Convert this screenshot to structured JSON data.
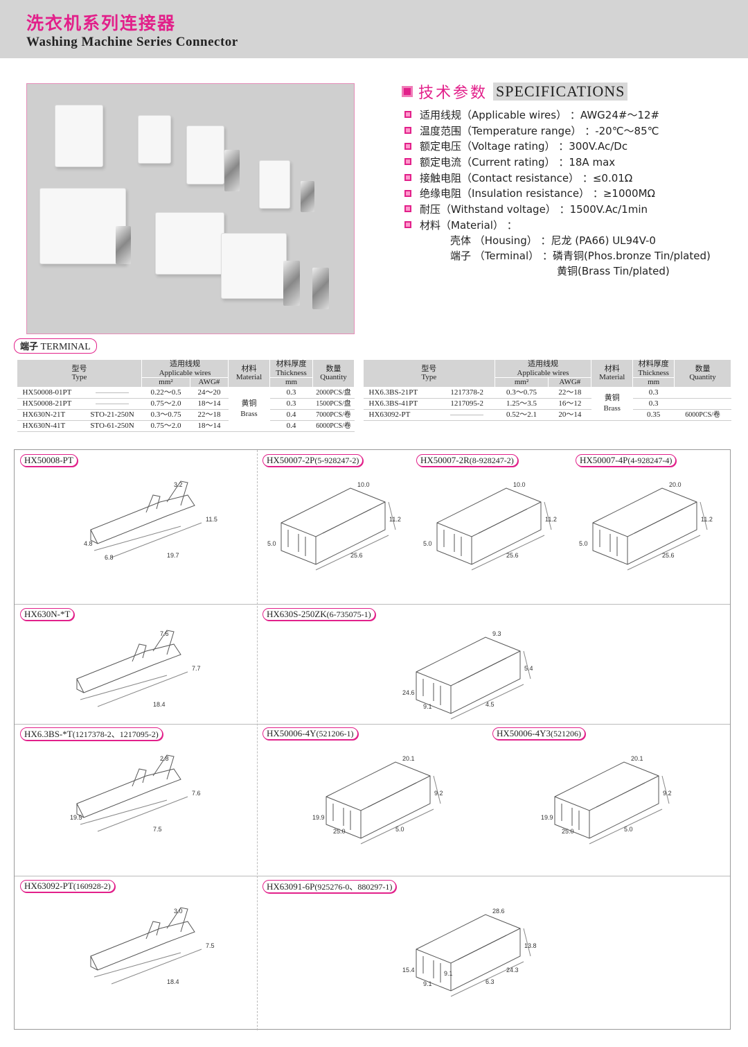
{
  "header": {
    "title_cn": "洗衣机系列连接器",
    "title_en": "Washing Machine Series Connector"
  },
  "specs": {
    "title_cn": "技术参数",
    "title_en": "SPECIFICATIONS",
    "items": [
      {
        "cn": "适用线规",
        "en": "（Applicable wires）",
        "value": "：AWG24#～12#"
      },
      {
        "cn": "温度范围",
        "en": "（Temperature range）",
        "value": "：-20℃～85℃"
      },
      {
        "cn": "额定电压",
        "en": "（Voltage rating）",
        "value": "：300V.Ac/Dc"
      },
      {
        "cn": "额定电流",
        "en": "（Current rating）",
        "value": "：18A max"
      },
      {
        "cn": "接触电阻",
        "en": "（Contact resistance）",
        "value": "：≤0.01Ω"
      },
      {
        "cn": "绝缘电阻",
        "en": "（Insulation resistance）",
        "value": "：≥1000MΩ"
      },
      {
        "cn": "耐压",
        "en": "（Withstand voltage）",
        "value": "：1500V.Ac/1min"
      },
      {
        "cn": "材料",
        "en": "（Material）",
        "value": "："
      }
    ],
    "housing": {
      "label": "壳体 （Housing）",
      "value": "：尼龙 (PA66) UL94V-0"
    },
    "terminal": {
      "label": "端子 （Terminal）",
      "value": "：磷青铜(Phos.bronze Tin/plated)",
      "value2": "黄铜(Brass Tin/plated)"
    }
  },
  "terminal_label": {
    "cn": "端子",
    "en": "TERMINAL"
  },
  "table_headers": {
    "type_cn": "型号",
    "type_en": "Type",
    "wires_cn": "适用线规",
    "wires_en": "Applicable wires",
    "mm2": "mm²",
    "awg": "AWG#",
    "mat_cn": "材料",
    "mat_en": "Material",
    "thick_cn": "材料厚度",
    "thick_en": "Thickness",
    "thick_unit": "mm",
    "qty_cn": "数量",
    "qty_en": "Quantity"
  },
  "table1": {
    "material_cn": "黄铜",
    "material_en": "Brass",
    "rows": [
      {
        "type": "HX50008-01PT",
        "alt": "",
        "mm2": "0.22～0.5",
        "awg": "24～20",
        "thick": "0.3",
        "qty": "2000PCS/盘"
      },
      {
        "type": "HX50008-21PT",
        "alt": "",
        "mm2": "0.75～2.0",
        "awg": "18～14",
        "thick": "0.3",
        "qty": "1500PCS/盘"
      },
      {
        "type": "HX630N-21T",
        "alt": "STO-21-250N",
        "mm2": "0.3～0.75",
        "awg": "22～18",
        "thick": "0.4",
        "qty": "7000PCS/卷"
      },
      {
        "type": "HX630N-41T",
        "alt": "STO-61-250N",
        "mm2": "0.75～2.0",
        "awg": "18～14",
        "thick": "0.4",
        "qty": "6000PCS/卷"
      }
    ]
  },
  "table2": {
    "material_cn": "黄铜",
    "material_en": "Brass",
    "rows": [
      {
        "type": "HX6.3BS-21PT",
        "alt": "1217378-2",
        "mm2": "0.3～0.75",
        "awg": "22～18",
        "thick": "0.3",
        "qty": ""
      },
      {
        "type": "HX6.3BS-41PT",
        "alt": "1217095-2",
        "mm2": "1.25～3.5",
        "awg": "16～12",
        "thick": "0.3",
        "qty": ""
      },
      {
        "type": "HX63092-PT",
        "alt": "",
        "mm2": "0.52～2.1",
        "awg": "20～14",
        "thick": "0.35",
        "qty": "6000PCS/卷"
      }
    ]
  },
  "parts": [
    {
      "name": "HX50008-PT",
      "dims": [
        "3.2",
        "11.5",
        "19.7",
        "4.8",
        "6.8"
      ]
    },
    {
      "name": "HX50007-2P",
      "code": "(5-928247-2)",
      "dims": [
        "10.0",
        "11.2",
        "25.6",
        "5.0"
      ]
    },
    {
      "name": "HX50007-2R",
      "code": "(8-928247-2)",
      "dims": [
        "10.0",
        "11.2",
        "25.6",
        "5.0"
      ]
    },
    {
      "name": "HX50007-4P",
      "code": "(4-928247-4)",
      "dims": [
        "20.0",
        "11.2",
        "25.6",
        "5.0"
      ]
    },
    {
      "name": "HX630N-*T",
      "dims": [
        "7.6",
        "7.7",
        "18.4"
      ]
    },
    {
      "name": "HX630S-250ZK",
      "code": "(6-735075-1)",
      "dims": [
        "9.3",
        "5.4",
        "4.5",
        "24.6",
        "9.1"
      ]
    },
    {
      "name": "HX6.3BS-*T",
      "code": "(1217378-2、1217095-2)",
      "dims": [
        "2.8",
        "7.6",
        "7.5",
        "19.5"
      ]
    },
    {
      "name": "HX50006-4Y",
      "code": "(521206-1)",
      "dims": [
        "20.1",
        "9.2",
        "5.0",
        "19.9",
        "25.0"
      ]
    },
    {
      "name": "HX50006-4Y3",
      "code": "(521206)",
      "dims": [
        "20.1",
        "9.2",
        "5.0",
        "19.9",
        "25.0"
      ]
    },
    {
      "name": "HX63092-PT",
      "code": "(160928-2)",
      "dims": [
        "3.0",
        "7.5",
        "18.4"
      ]
    },
    {
      "name": "HX63091-6P",
      "code": "(925276-0、880297-1)",
      "dims": [
        "28.6",
        "13.8",
        "6.3",
        "15.4",
        "9.1",
        "9.1",
        "24.3"
      ]
    }
  ]
}
